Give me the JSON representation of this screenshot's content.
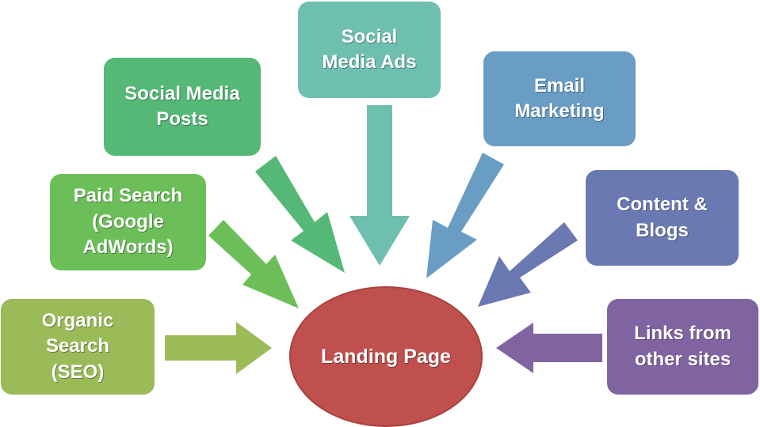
{
  "center": {
    "label": "Landing Page",
    "color": "#c0504d"
  },
  "sources": [
    {
      "id": "organic",
      "label": "Organic\nSearch\n(SEO)",
      "color": "#9bbb59"
    },
    {
      "id": "paid",
      "label": "Paid Search\n(Google\nAdWords)",
      "color": "#6cbf58"
    },
    {
      "id": "social-posts",
      "label": "Social Media\nPosts",
      "color": "#55b877"
    },
    {
      "id": "social-ads",
      "label": "Social\nMedia Ads",
      "color": "#6fbfb0"
    },
    {
      "id": "email",
      "label": "Email\nMarketing",
      "color": "#6a9dc4"
    },
    {
      "id": "content",
      "label": "Content &\nBlogs",
      "color": "#6b79b2"
    },
    {
      "id": "links",
      "label": "Links from\nother sites",
      "color": "#8064a2"
    }
  ]
}
